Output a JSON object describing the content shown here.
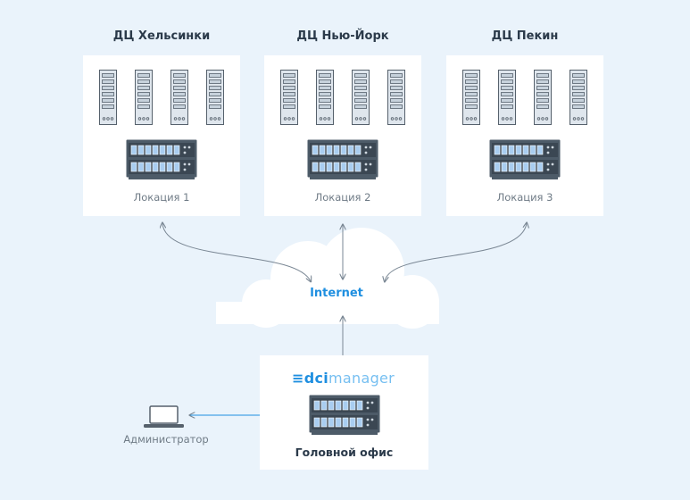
{
  "datacenters": [
    {
      "title": "ДЦ Хельсинки",
      "location": "Локация 1"
    },
    {
      "title": "ДЦ Нью-Йорк",
      "location": "Локация 2"
    },
    {
      "title": "ДЦ Пекин",
      "location": "Локация 3"
    }
  ],
  "cloud": {
    "label": "Internet"
  },
  "logo": {
    "mark": "≡",
    "dci": "dci",
    "manager": "manager"
  },
  "office": {
    "label": "Головной офис"
  },
  "admin": {
    "label": "Администратор"
  },
  "colors": {
    "background": "#eaf3fb",
    "accent": "#1f8fe0",
    "server": "#dfe6ed",
    "rack": "#4d5b68"
  }
}
